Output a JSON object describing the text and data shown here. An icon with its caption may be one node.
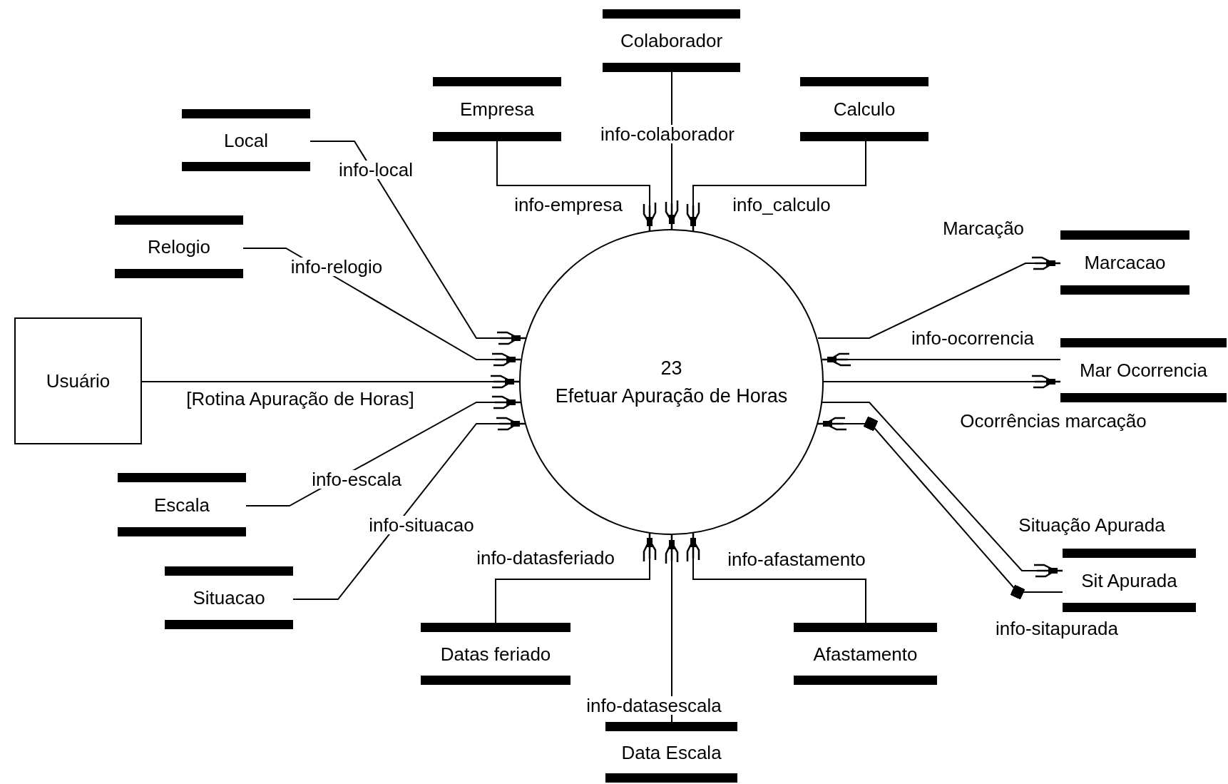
{
  "diagram": {
    "nodes": [
      {
        "text": [
          "Colaborador"
        ]
      },
      {
        "text": [
          "Empresa"
        ]
      },
      {
        "text": [
          "Calculo"
        ]
      },
      {
        "text": [
          "Local"
        ]
      },
      {
        "text": [
          "Relogio"
        ]
      },
      {
        "text": [
          "Marcacao"
        ]
      },
      {
        "text": [
          "Usuário"
        ]
      },
      {
        "text": [
          "23",
          "Efetuar Apuração de Horas"
        ]
      },
      {
        "text": [
          "Mar Ocorrencia"
        ]
      },
      {
        "text": [
          "Escala"
        ]
      },
      {
        "text": [
          "Situacao"
        ]
      },
      {
        "text": [
          "Sit Apurada"
        ]
      },
      {
        "text": [
          "Datas feriado"
        ]
      },
      {
        "text": [
          "Afastamento"
        ]
      },
      {
        "text": [
          "Data Escala"
        ]
      }
    ],
    "edges": [
      {
        "from": 3,
        "to": 7,
        "arrow": "to",
        "label": "info-local"
      },
      {
        "from": 4,
        "to": 7,
        "arrow": "to",
        "label": "info-relogio"
      },
      {
        "from": 6,
        "to": 7,
        "arrow": "to",
        "label": "[Rotina Apuração de Horas]"
      },
      {
        "from": 9,
        "to": 7,
        "arrow": "to",
        "label": "info-escala"
      },
      {
        "from": 10,
        "to": 7,
        "arrow": "to",
        "label": "info-situacao"
      },
      {
        "from": 1,
        "to": 7,
        "arrow": "to",
        "label": "info-empresa"
      },
      {
        "from": 0,
        "to": 7,
        "arrow": "to",
        "label": "info-colaborador"
      },
      {
        "from": 2,
        "to": 7,
        "arrow": "to",
        "label": "info_calculo"
      },
      {
        "from": 7,
        "to": 5,
        "arrow": "to",
        "label": "Marcação"
      },
      {
        "from": 8,
        "to": 7,
        "arrow": "to",
        "label": "info-ocorrencia"
      },
      {
        "from": 7,
        "to": 8,
        "arrow": "to",
        "label": "Ocorrências marcação"
      },
      {
        "from": 7,
        "to": 11,
        "arrow": "to",
        "label": "Situação Apurada"
      },
      {
        "from": 11,
        "to": 7,
        "arrow": "to",
        "label": "info-sitapurada"
      },
      {
        "from": 12,
        "to": 7,
        "arrow": "to",
        "label": "info-datasferiado"
      },
      {
        "from": 14,
        "to": 7,
        "arrow": "to",
        "label": "info-datasescala"
      },
      {
        "from": 13,
        "to": 7,
        "arrow": "to",
        "label": "info-afastamento"
      }
    ]
  }
}
